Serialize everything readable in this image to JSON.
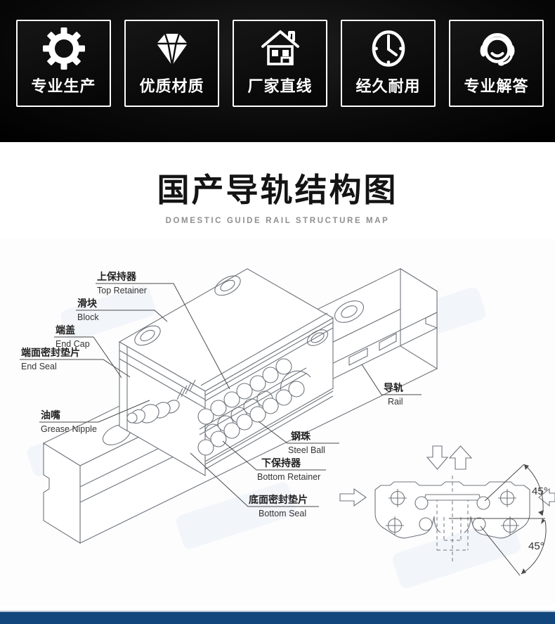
{
  "banner": {
    "items": [
      {
        "label": "专业生产",
        "icon": "gear-icon"
      },
      {
        "label": "优质材质",
        "icon": "diamond-icon"
      },
      {
        "label": "厂家直线",
        "icon": "house-icon"
      },
      {
        "label": "经久耐用",
        "icon": "clock-icon"
      },
      {
        "label": "专业解答",
        "icon": "headset-icon"
      }
    ]
  },
  "title": {
    "heading": "国产导轨结构图",
    "subheading": "DOMESTIC GUIDE RAIL STRUCTURE MAP"
  },
  "diagram": {
    "parts": [
      {
        "id": "top-retainer",
        "cn": "上保持器",
        "en": "Top Retainer"
      },
      {
        "id": "block",
        "cn": "滑块",
        "en": "Block"
      },
      {
        "id": "end-cap",
        "cn": "端盖",
        "en": "End Cap"
      },
      {
        "id": "end-seal",
        "cn": "端面密封垫片",
        "en": "End Seal"
      },
      {
        "id": "grease-nipple",
        "cn": "油嘴",
        "en": "Grease Nipple"
      },
      {
        "id": "rail",
        "cn": "导轨",
        "en": "Rail"
      },
      {
        "id": "steel-ball",
        "cn": "钢珠",
        "en": "Steel Ball"
      },
      {
        "id": "bottom-retainer",
        "cn": "下保持器",
        "en": "Bottom Retainer"
      },
      {
        "id": "bottom-seal",
        "cn": "底面密封垫片",
        "en": "Bottom Seal"
      }
    ],
    "cross_section": {
      "angle_upper": "45°",
      "angle_lower": "45°"
    }
  },
  "colors": {
    "banner_bg": "#0a0a0a",
    "footer_bar": "#12477d",
    "drawing_line": "#70757c"
  }
}
